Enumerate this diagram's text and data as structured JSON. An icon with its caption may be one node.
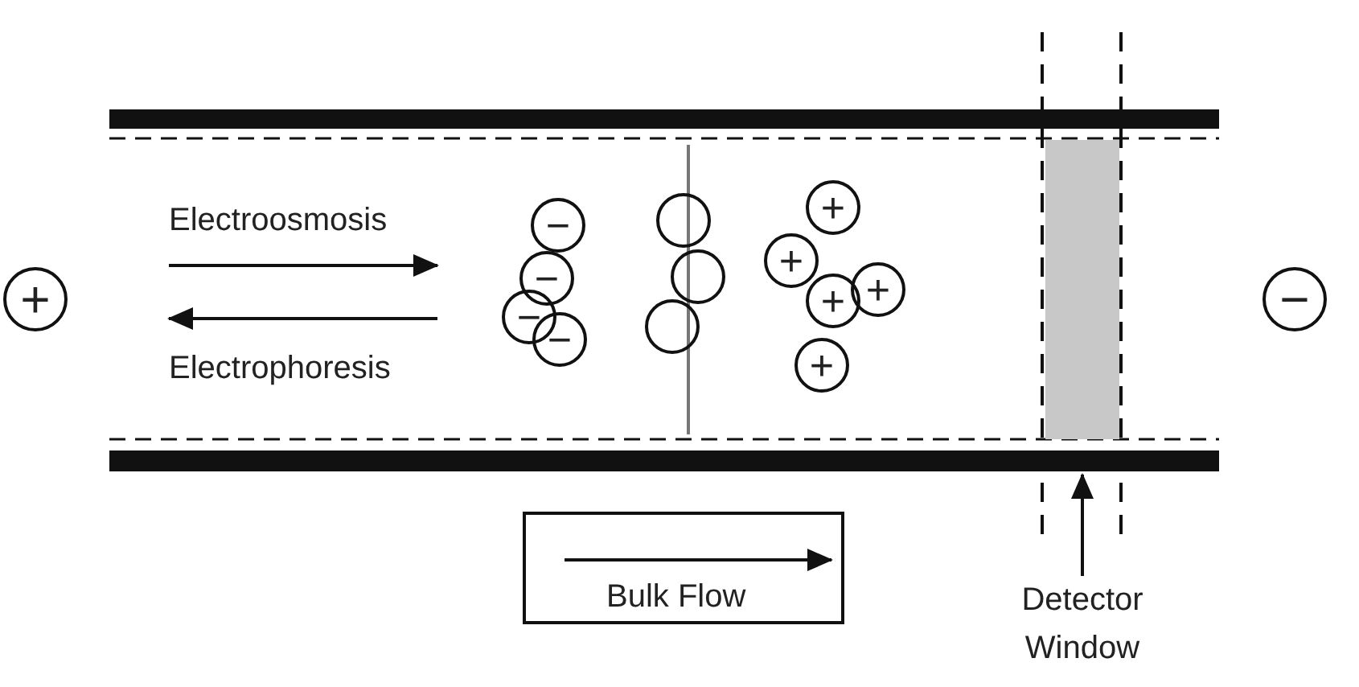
{
  "diagram": {
    "nodes": [
      {
        "text": [
          "+"
        ]
      },
      {
        "text": [
          "−"
        ]
      },
      {
        "text": [
          "−"
        ]
      },
      {
        "text": [
          "−"
        ]
      },
      {
        "text": [
          "−"
        ]
      },
      {
        "text": [],
        "shape": "circle"
      },
      {
        "text": [],
        "shape": "circle"
      },
      {
        "text": [],
        "shape": "circle"
      },
      {
        "text": [
          "+"
        ]
      },
      {
        "text": [
          "+"
        ]
      },
      {
        "text": [
          "+"
        ]
      },
      {
        "text": [
          "+"
        ]
      },
      {
        "text": [
          "+"
        ]
      },
      {
        "text": [
          "−"
        ]
      },
      {
        "text": [],
        "shape": "box"
      },
      {
        "text": [
          "Detector Window"
        ]
      },
      {
        "text": [
          "Bulk Flow"
        ]
      }
    ],
    "edges": [
      {
        "from": 15,
        "to": 14,
        "arrow": "to"
      }
    ],
    "labels": [
      "Electroosmosis",
      "Electrophoresis"
    ]
  }
}
